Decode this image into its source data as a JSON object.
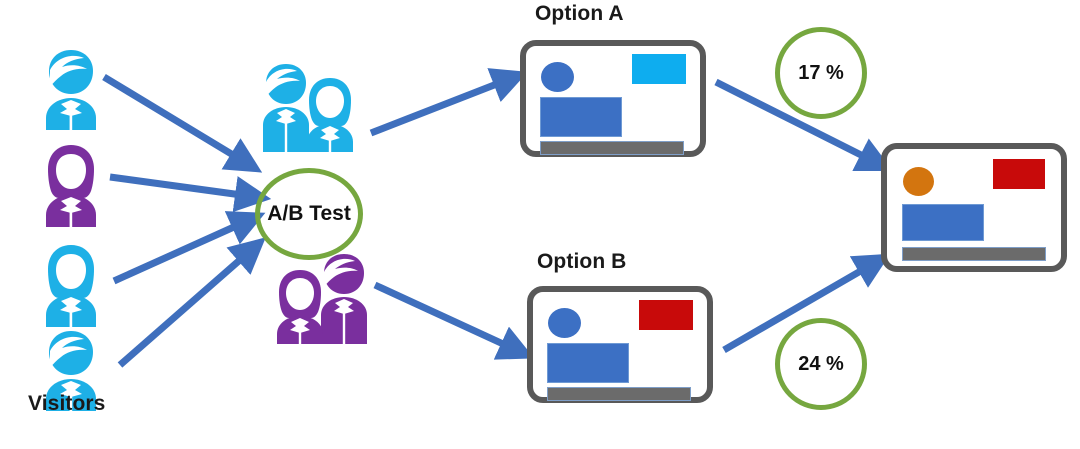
{
  "diagram": {
    "title_visitors": "Visitors",
    "hub": {
      "label": "A/B Test",
      "ring_color": "#76a73f"
    },
    "options": [
      {
        "id": "a",
        "label": "Option A",
        "accent_color": "#0eadef",
        "conversion": "17 %"
      },
      {
        "id": "b",
        "label": "Option B",
        "accent_color": "#c80a0a",
        "conversion": "24 %"
      }
    ],
    "result": {
      "dot_color": "#d3750f",
      "accent_color": "#c80a0a"
    },
    "colors": {
      "arrow": "#3f6fbd",
      "card_border": "#595959",
      "card_blue": "#3c70c4",
      "card_bar": "#6b6b6b",
      "visitor_blue": "#1eb0e6",
      "visitor_purple": "#7a2f9e",
      "text": "#1a1a1a"
    },
    "visitors": [
      {
        "type": "male",
        "color": "#1eb0e6"
      },
      {
        "type": "female",
        "color": "#7a2f9e"
      },
      {
        "type": "female",
        "color": "#1eb0e6"
      },
      {
        "type": "male",
        "color": "#1eb0e6"
      }
    ],
    "groups": [
      {
        "id": "group-blue",
        "color": "#1eb0e6",
        "members": [
          "male",
          "female"
        ]
      },
      {
        "id": "group-purple",
        "color": "#7a2f9e",
        "members": [
          "female",
          "male"
        ]
      }
    ]
  }
}
